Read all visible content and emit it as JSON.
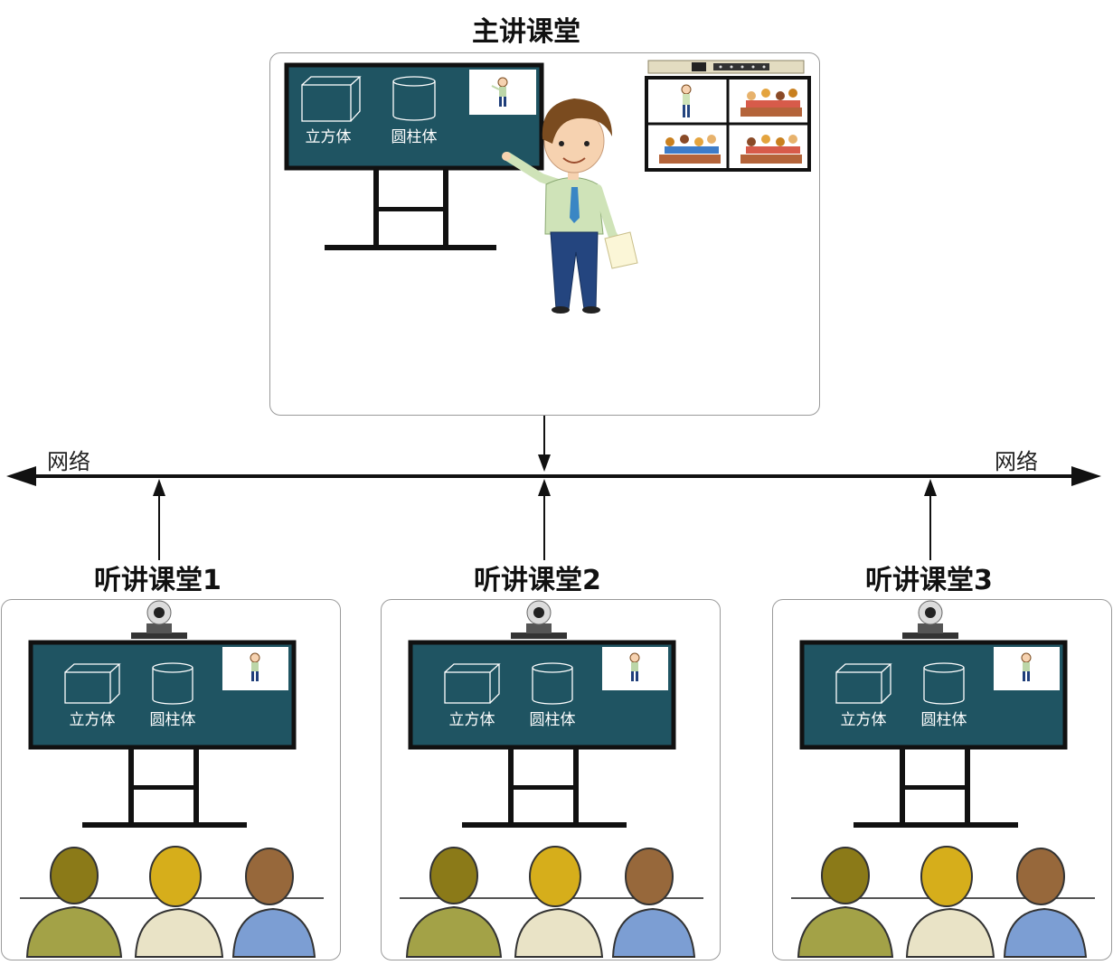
{
  "main_classroom": {
    "title": "主讲课堂",
    "screen_labels": [
      "立方体",
      "圆柱体"
    ]
  },
  "network": {
    "left_label": "网络",
    "right_label": "网络"
  },
  "listening_classrooms": [
    {
      "title": "听讲课堂1",
      "screen_labels": [
        "立方体",
        "圆柱体"
      ]
    },
    {
      "title": "听讲课堂2",
      "screen_labels": [
        "立方体",
        "圆柱体"
      ]
    },
    {
      "title": "听讲课堂3",
      "screen_labels": [
        "立方体",
        "圆柱体"
      ]
    }
  ],
  "colors": {
    "screen": "#1f5462",
    "frame": "#111111",
    "panel_border": "#9a9a9a"
  }
}
